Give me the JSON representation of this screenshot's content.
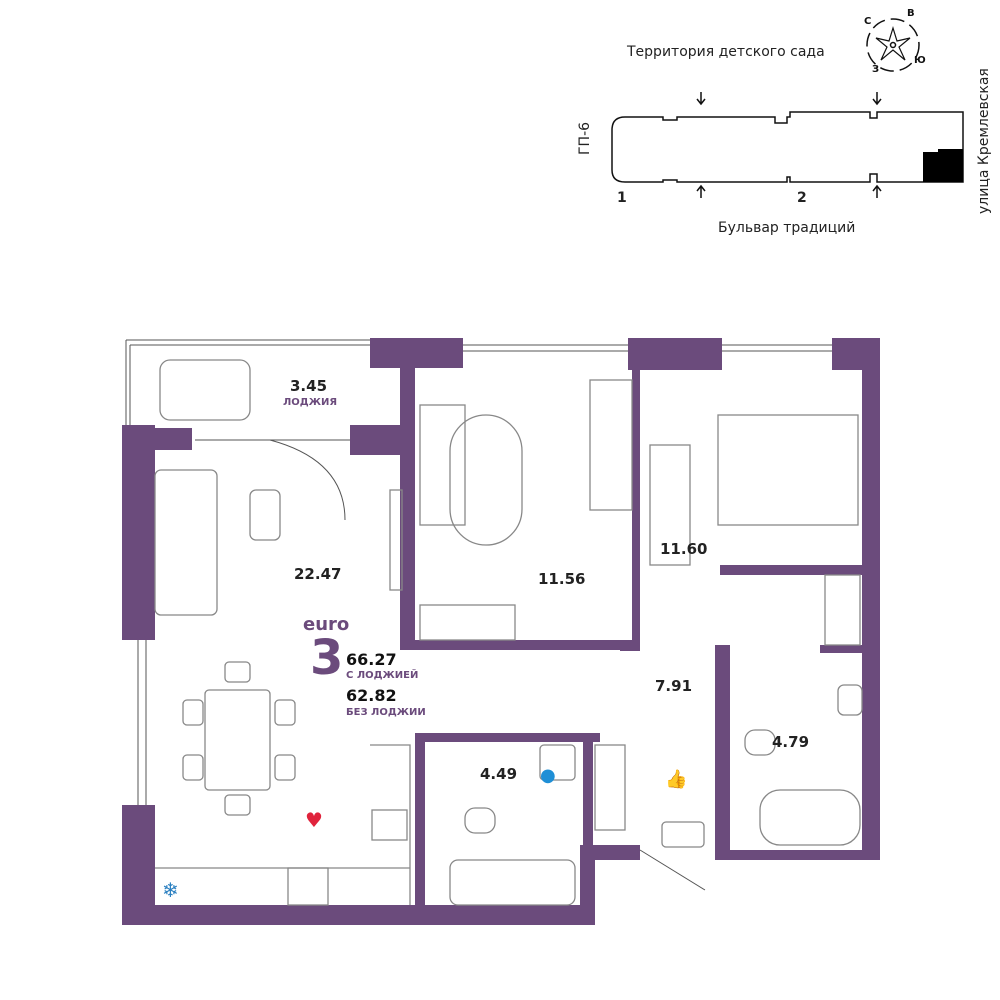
{
  "keyplan": {
    "north_label": "Территория детского сада",
    "south_label": "Бульвар традиций",
    "west_label": "ГП-6",
    "east_label": "улица Кремлевская",
    "section_1": "1",
    "section_2": "2",
    "compass": {
      "n": "С",
      "e": "В",
      "s": "Ю",
      "w": "З"
    }
  },
  "apartment": {
    "type_label": "euro",
    "rooms_count": "3",
    "area_with_loggia": "66.27",
    "with_loggia_label": "С ЛОДЖИЕЙ",
    "area_without_loggia": "62.82",
    "without_loggia_label": "БЕЗ ЛОДЖИИ"
  },
  "rooms": {
    "loggia_area": "3.45",
    "loggia_label": "ЛОДЖИЯ",
    "living": "22.47",
    "bedroom1": "11.56",
    "bedroom2": "11.60",
    "hall": "7.91",
    "bath1": "4.49",
    "bath2": "4.79"
  },
  "colors": {
    "wall": "#6b4b7c",
    "heart": "#e0233c",
    "thumb": "#3f9a55",
    "drop": "#1f8fd6",
    "snow": "#2a7fc0"
  }
}
